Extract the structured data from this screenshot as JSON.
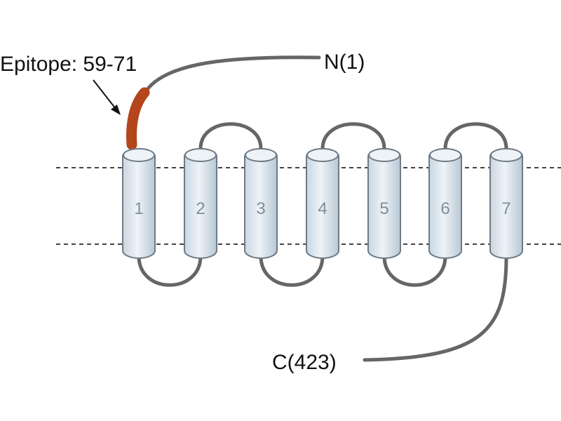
{
  "labels": {
    "epitope": "Epitope: 59-71",
    "n_terminus": "N(1)",
    "c_terminus": "C(423)"
  },
  "helices": [
    "1",
    "2",
    "3",
    "4",
    "5",
    "6",
    "7"
  ],
  "colors": {
    "background": "#ffffff",
    "helix_fill": "#dbe6ee",
    "helix_stroke": "#6f7a84",
    "loop": "#666666",
    "epitope": "#b5451b",
    "membrane_line": "#444444",
    "label": "#111111",
    "helix_number": "#7f8e9c"
  }
}
